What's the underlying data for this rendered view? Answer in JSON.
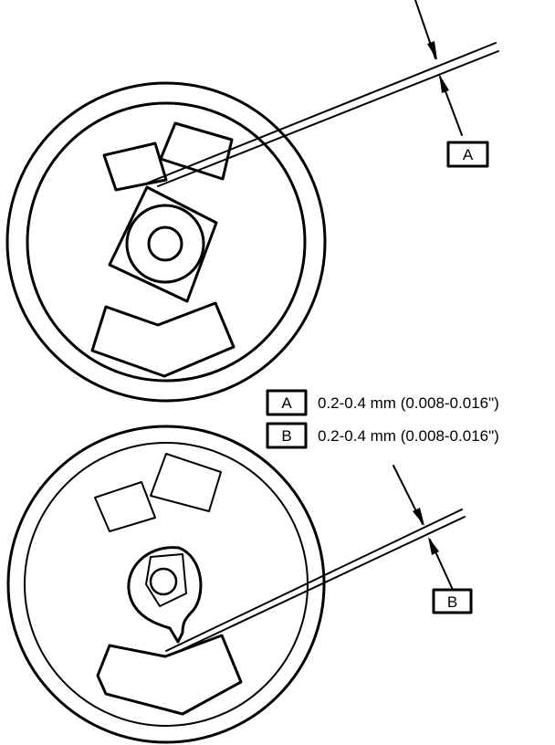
{
  "legend": [
    {
      "key": "A",
      "text": "0.2-0.4 mm (0.008-0.016\")"
    },
    {
      "key": "B",
      "text": "0.2-0.4 mm (0.008-0.016\")"
    }
  ],
  "callouts": {
    "top": "A",
    "bottom": "B"
  }
}
